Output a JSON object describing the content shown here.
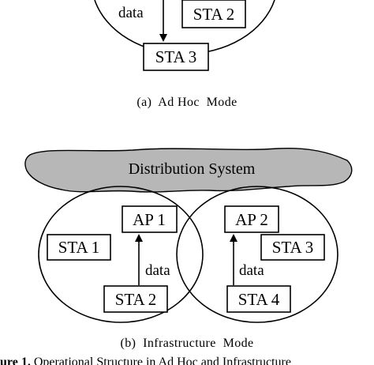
{
  "ad_hoc": {
    "data_label": "data",
    "sta2": "STA 2",
    "sta3": "STA 3",
    "caption": "(a)  Ad Hoc  Mode"
  },
  "infrastructure": {
    "distribution_system": "Distribution System",
    "ap1": "AP 1",
    "ap2": "AP 2",
    "sta1": "STA 1",
    "sta2": "STA 2",
    "sta3": "STA 3",
    "sta4": "STA 4",
    "data_label_left": "data",
    "data_label_right": "data",
    "caption": "(b)  Infrastructure  Mode"
  },
  "figure_caption": {
    "label": "ure 1.",
    "text": " Operational Structure in Ad Hoc and Infrastructure"
  },
  "colors": {
    "cloud_fill": "#b7b7b7",
    "stroke": "#000000"
  }
}
